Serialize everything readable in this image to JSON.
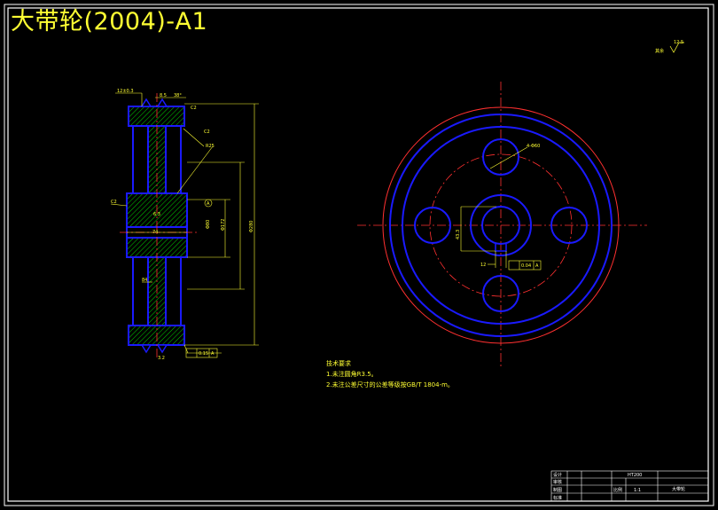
{
  "drawing": {
    "title": "大带轮(2004)-A1",
    "roughness_corner": "其余",
    "roughness_corner_value": "12.5"
  },
  "section_view": {
    "labels": {
      "top_left_dim": "12±0.3",
      "top_mid_dim": "8.5",
      "top_angle": "38°",
      "chamfer": "C2",
      "radius": "R25",
      "hub_chamfer": "C2",
      "bore_dim": "74",
      "rough_hub": "6.3",
      "datum": "A",
      "dia_1": "Φ80",
      "dia_2": "Φ172",
      "dia_3": "Φ280",
      "rib_dim": "84",
      "bottom_rough": "3.2",
      "runout": "0.15",
      "runout_datum": "A"
    }
  },
  "front_view": {
    "labels": {
      "holes": "4-Φ60",
      "key_depth": "43.3",
      "key_width": "12",
      "symmetry_tol": "0.04",
      "symmetry_datum": "A"
    }
  },
  "notes": {
    "heading": "技术要求",
    "line1": "1.未注圆角R3.5。",
    "line2": "2.未注公差尺寸的公差等级按GB/T 1804-m。"
  },
  "title_block": {
    "name": "大带轮",
    "material": "HT200",
    "scale_label": "比例",
    "scale_value": "1:1",
    "row_labels": [
      "设计",
      "审核",
      "制图",
      "标准"
    ]
  }
}
